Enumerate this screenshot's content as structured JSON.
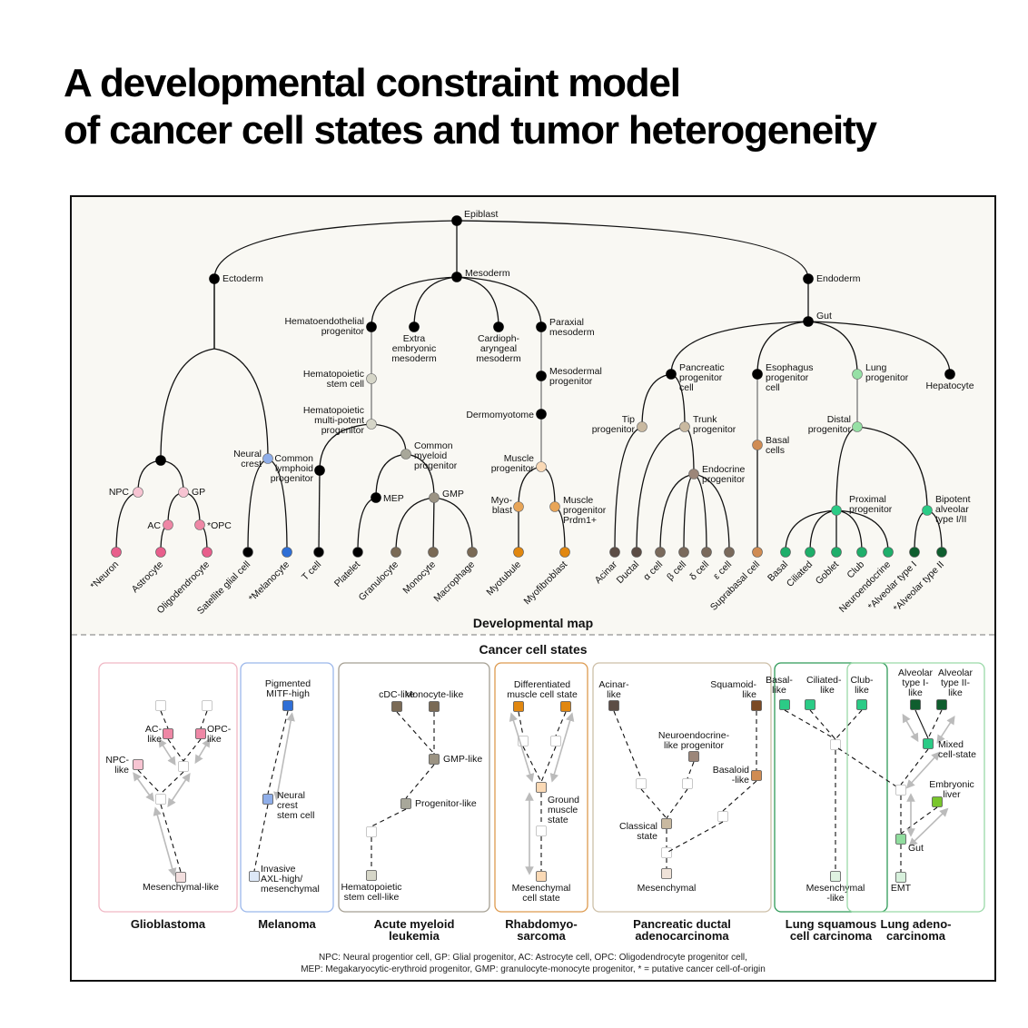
{
  "title": {
    "line1": "A developmental constraint model",
    "line2": "of cancer cell states and tumor heterogeneity"
  },
  "sections": {
    "developmental_map": "Developmental map",
    "cancer_cell_states": "Cancer cell states"
  },
  "colors": {
    "black": "#000000",
    "neural_light": "#f7c4d2",
    "neural_mid": "#ee87a5",
    "neural_dark": "#e85f8c",
    "crest": "#8faee9",
    "melanocyte": "#2f6fd6",
    "heme_light": "#d6d6c8",
    "heme_mid": "#a8a79a",
    "heme_gmp": "#9b9383",
    "heme_leaf": "#7a6a55",
    "muscle_light": "#fad9b5",
    "muscle_mid": "#e8a557",
    "muscle_dark": "#e1870f",
    "panc_light": "#c9b9a0",
    "panc_endo": "#9c8679",
    "panc_leaf": "#5c4d45",
    "panc_endo_leaf": "#7a6a5c",
    "eso_basal": "#d08c53",
    "lung_light": "#96e0a5",
    "lung_mid": "#2bcb86",
    "lung_leaf": "#1fae6a",
    "lung_dark": "#0f5e2e",
    "gbm_border": "#f0b7c4",
    "mel_border": "#9bb7ea",
    "aml_border": "#a59f92",
    "rms_border": "#dd9a4f",
    "pdac_border": "#cdbfa8",
    "lusc_border": "#2f9a58",
    "luad_border": "#9ad9a8"
  },
  "dev_nodes": [
    {
      "id": "epiblast",
      "label": "Epiblast"
    },
    {
      "id": "ectoderm",
      "label": "Ectoderm"
    },
    {
      "id": "mesoderm",
      "label": "Mesoderm"
    },
    {
      "id": "endoderm",
      "label": "Endoderm"
    },
    {
      "id": "neural_tube",
      "label": ""
    },
    {
      "id": "npc",
      "label": "NPC"
    },
    {
      "id": "gp",
      "label": "GP"
    },
    {
      "id": "ac",
      "label": "AC"
    },
    {
      "id": "opc",
      "label": "*OPC"
    },
    {
      "id": "neural_crest",
      "label": "Neural crest"
    },
    {
      "id": "hematoendothelial",
      "label": "Hematoendothelial progenitor"
    },
    {
      "id": "extra_embryonic",
      "label": "Extra embryonic mesoderm"
    },
    {
      "id": "cardiopharyngeal",
      "label": "Cardioph- aryngeal mesoderm"
    },
    {
      "id": "paraxial",
      "label": "Paraxial mesoderm"
    },
    {
      "id": "hsc",
      "label": "Hematopoietic stem cell"
    },
    {
      "id": "mpp",
      "label": "Hematopoietic multi-potent progenitor"
    },
    {
      "id": "clp",
      "label": "Common lymphoid progenitor"
    },
    {
      "id": "cmp",
      "label": "Common myeloid progenitor"
    },
    {
      "id": "mep",
      "label": "MEP"
    },
    {
      "id": "gmp",
      "label": "GMP"
    },
    {
      "id": "mesodermal_prog",
      "label": "Mesodermal progenitor"
    },
    {
      "id": "dermomyotome",
      "label": "Dermomyotome"
    },
    {
      "id": "muscle_prog",
      "label": "Muscle progenitor"
    },
    {
      "id": "myoblast",
      "label": "Myo- blast"
    },
    {
      "id": "muscle_prdm1",
      "label": "Muscle progenitor Prdm1+"
    },
    {
      "id": "gut",
      "label": "Gut"
    },
    {
      "id": "pancreatic",
      "label": "Pancreatic progenitor cell"
    },
    {
      "id": "tip",
      "label": "Tip progenitor"
    },
    {
      "id": "trunk",
      "label": "Trunk progenitor"
    },
    {
      "id": "endocrine",
      "label": "Endocrine progenitor"
    },
    {
      "id": "esophagus",
      "label": "Esophagus progenitor cell"
    },
    {
      "id": "basal_cells",
      "label": "Basal cells"
    },
    {
      "id": "lung_prog",
      "label": "Lung progenitor"
    },
    {
      "id": "hepatocyte",
      "label": "Hepatocyte"
    },
    {
      "id": "distal",
      "label": "Distal progenitor"
    },
    {
      "id": "proximal",
      "label": "Proximal progenitor"
    },
    {
      "id": "bipotent",
      "label": "Bipotent alveolar type I/II"
    }
  ],
  "dev_leaves": [
    "*Neuron",
    "Astrocyte",
    "Oligodendrocyte",
    "Satellite glial cell",
    "*Melanocyte",
    "T cell",
    "Platelet",
    "Granulocyte",
    "Monocyte",
    "Macrophage",
    "Myotubule",
    "Myofibroblast",
    "Acinar",
    "Ductal",
    "α cell",
    "β cell",
    "δ cell",
    "ε cell",
    "Suprabasal cell",
    "Basal",
    "Ciliated",
    "Goblet",
    "Club",
    "Neuroendocrine",
    "*Alveolar type I",
    "*Alveolar type II"
  ],
  "cancers": [
    {
      "id": "gbm",
      "name_lines": [
        "Glioblastoma"
      ],
      "states": [
        "AC- like",
        "OPC- like",
        "NPC- like",
        "Mesenchymal-like"
      ]
    },
    {
      "id": "melanoma",
      "name_lines": [
        "Melanoma"
      ],
      "states": [
        "Pigmented MITF-high",
        "Neural crest stem cell",
        "Invasive AXL-high/ mesenchymal"
      ]
    },
    {
      "id": "aml",
      "name_lines": [
        "Acute myeloid",
        "leukemia"
      ],
      "states": [
        "cDC-like",
        "Monocyte-like",
        "GMP-like",
        "Progenitor-like",
        "Hematopoietic stem cell-like"
      ]
    },
    {
      "id": "rms",
      "name_lines": [
        "Rhabdomyo-",
        "sarcoma"
      ],
      "states": [
        "Differentiated muscle cell state",
        "Ground muscle state",
        "Mesenchymal cell state"
      ]
    },
    {
      "id": "pdac",
      "name_lines": [
        "Pancreatic ductal",
        "adenocarcinoma"
      ],
      "states": [
        "Acinar- like",
        "Squamoid- like",
        "Neuroendocrine- like progenitor",
        "Basaloid -like",
        "Classical state",
        "Mesenchymal"
      ]
    },
    {
      "id": "lusc",
      "name_lines": [
        "Lung squamous",
        "cell carcinoma"
      ],
      "states": [
        "Basal- like",
        "Ciliated- like",
        "Club- like",
        "Mesenchymal -like"
      ]
    },
    {
      "id": "luad",
      "name_lines": [
        "Lung adeno-",
        "carcinoma"
      ],
      "states": [
        "Alveolar type I- like",
        "Alveolar type II- like",
        "Mixed cell-state",
        "Embryonic liver",
        "Gut",
        "EMT"
      ]
    }
  ],
  "footnote": {
    "line1": "NPC: Neural progentior cell, GP: Glial progenitor, AC: Astrocyte cell, OPC: Oligodendrocyte progenitor cell,",
    "line2": "MEP: Megakaryocytic-erythroid progenitor, GMP: granulocyte-monocyte progenitor, * = putative cancer cell-of-origin"
  }
}
